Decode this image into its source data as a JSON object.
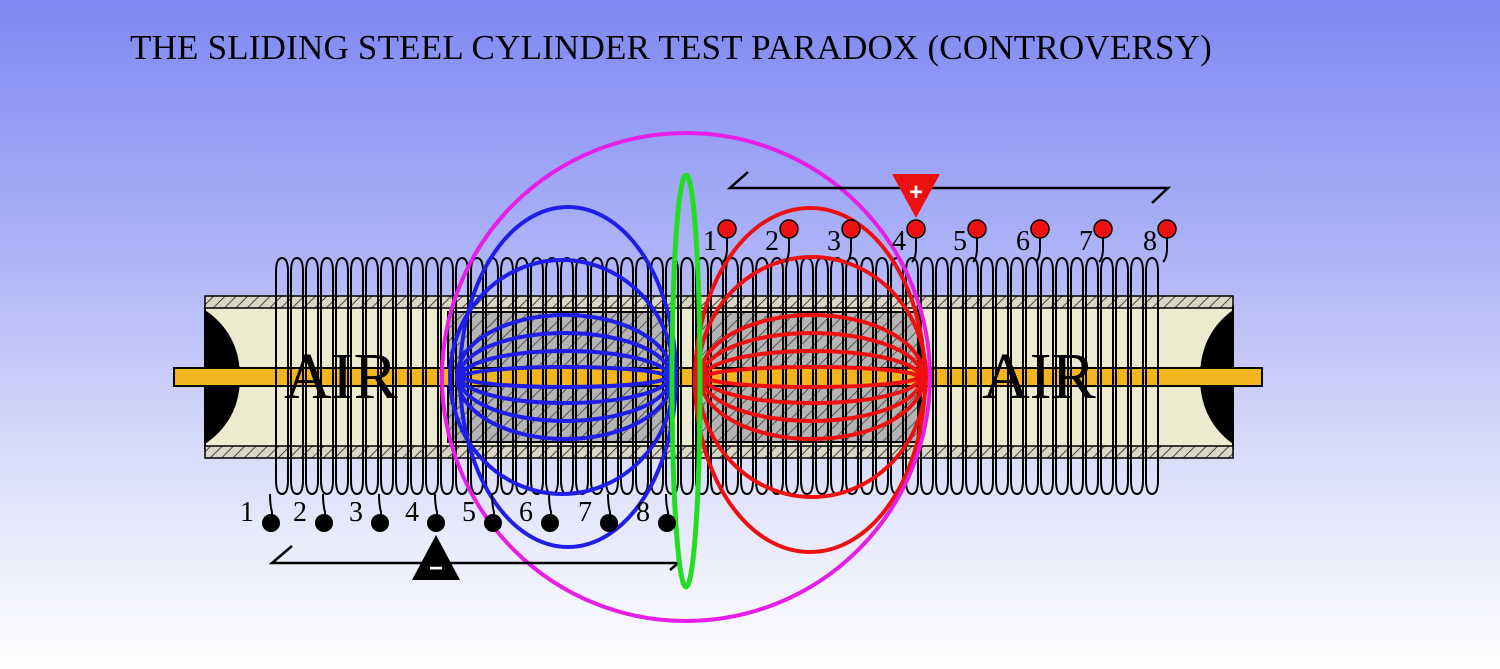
{
  "title": "THE SLIDING STEEL CYLINDER TEST PARADOX (CONTROVERSY)",
  "tube": {
    "left_label": "AIR",
    "right_label": "AIR"
  },
  "taps_bottom": [
    "1",
    "2",
    "3",
    "4",
    "5",
    "6",
    "7",
    "8"
  ],
  "taps_top": [
    "1",
    "2",
    "3",
    "4",
    "5",
    "6",
    "7",
    "8"
  ],
  "terminals": {
    "negative": "−",
    "positive": "+"
  },
  "colors": {
    "magenta": "#e61ee6",
    "green": "#22dd22",
    "blue_field": "#1e1ee6",
    "red_field": "#ee1010",
    "rod": "#f2b51f",
    "tube_fill": "#ecebcf"
  }
}
